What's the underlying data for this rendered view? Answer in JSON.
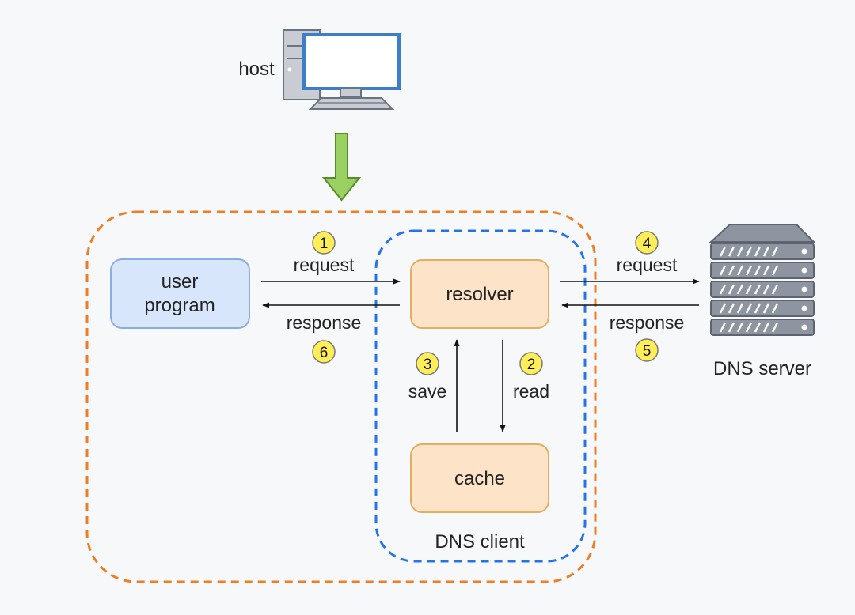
{
  "diagram": {
    "host_label": "host",
    "dns_server_label": "DNS server",
    "dns_client_label": "DNS client",
    "nodes": {
      "user_program": {
        "line1": "user",
        "line2": "program"
      },
      "resolver": "resolver",
      "cache": "cache"
    },
    "steps": [
      {
        "num": "1",
        "label": "request"
      },
      {
        "num": "2",
        "label": "read"
      },
      {
        "num": "3",
        "label": "save"
      },
      {
        "num": "4",
        "label": "request"
      },
      {
        "num": "5",
        "label": "response"
      },
      {
        "num": "6",
        "label": "response"
      }
    ],
    "colors": {
      "host_container": "#f07c24",
      "dns_client_container": "#2673e8",
      "user_program_fill": "#d8e6fb",
      "user_program_stroke": "#8aaee0",
      "resolver_fill": "#fde3c8",
      "resolver_stroke": "#e3ae5f",
      "badge_fill": "#ffee58",
      "down_arrow": "#99d163",
      "server_gray": "#8e95a0"
    }
  }
}
